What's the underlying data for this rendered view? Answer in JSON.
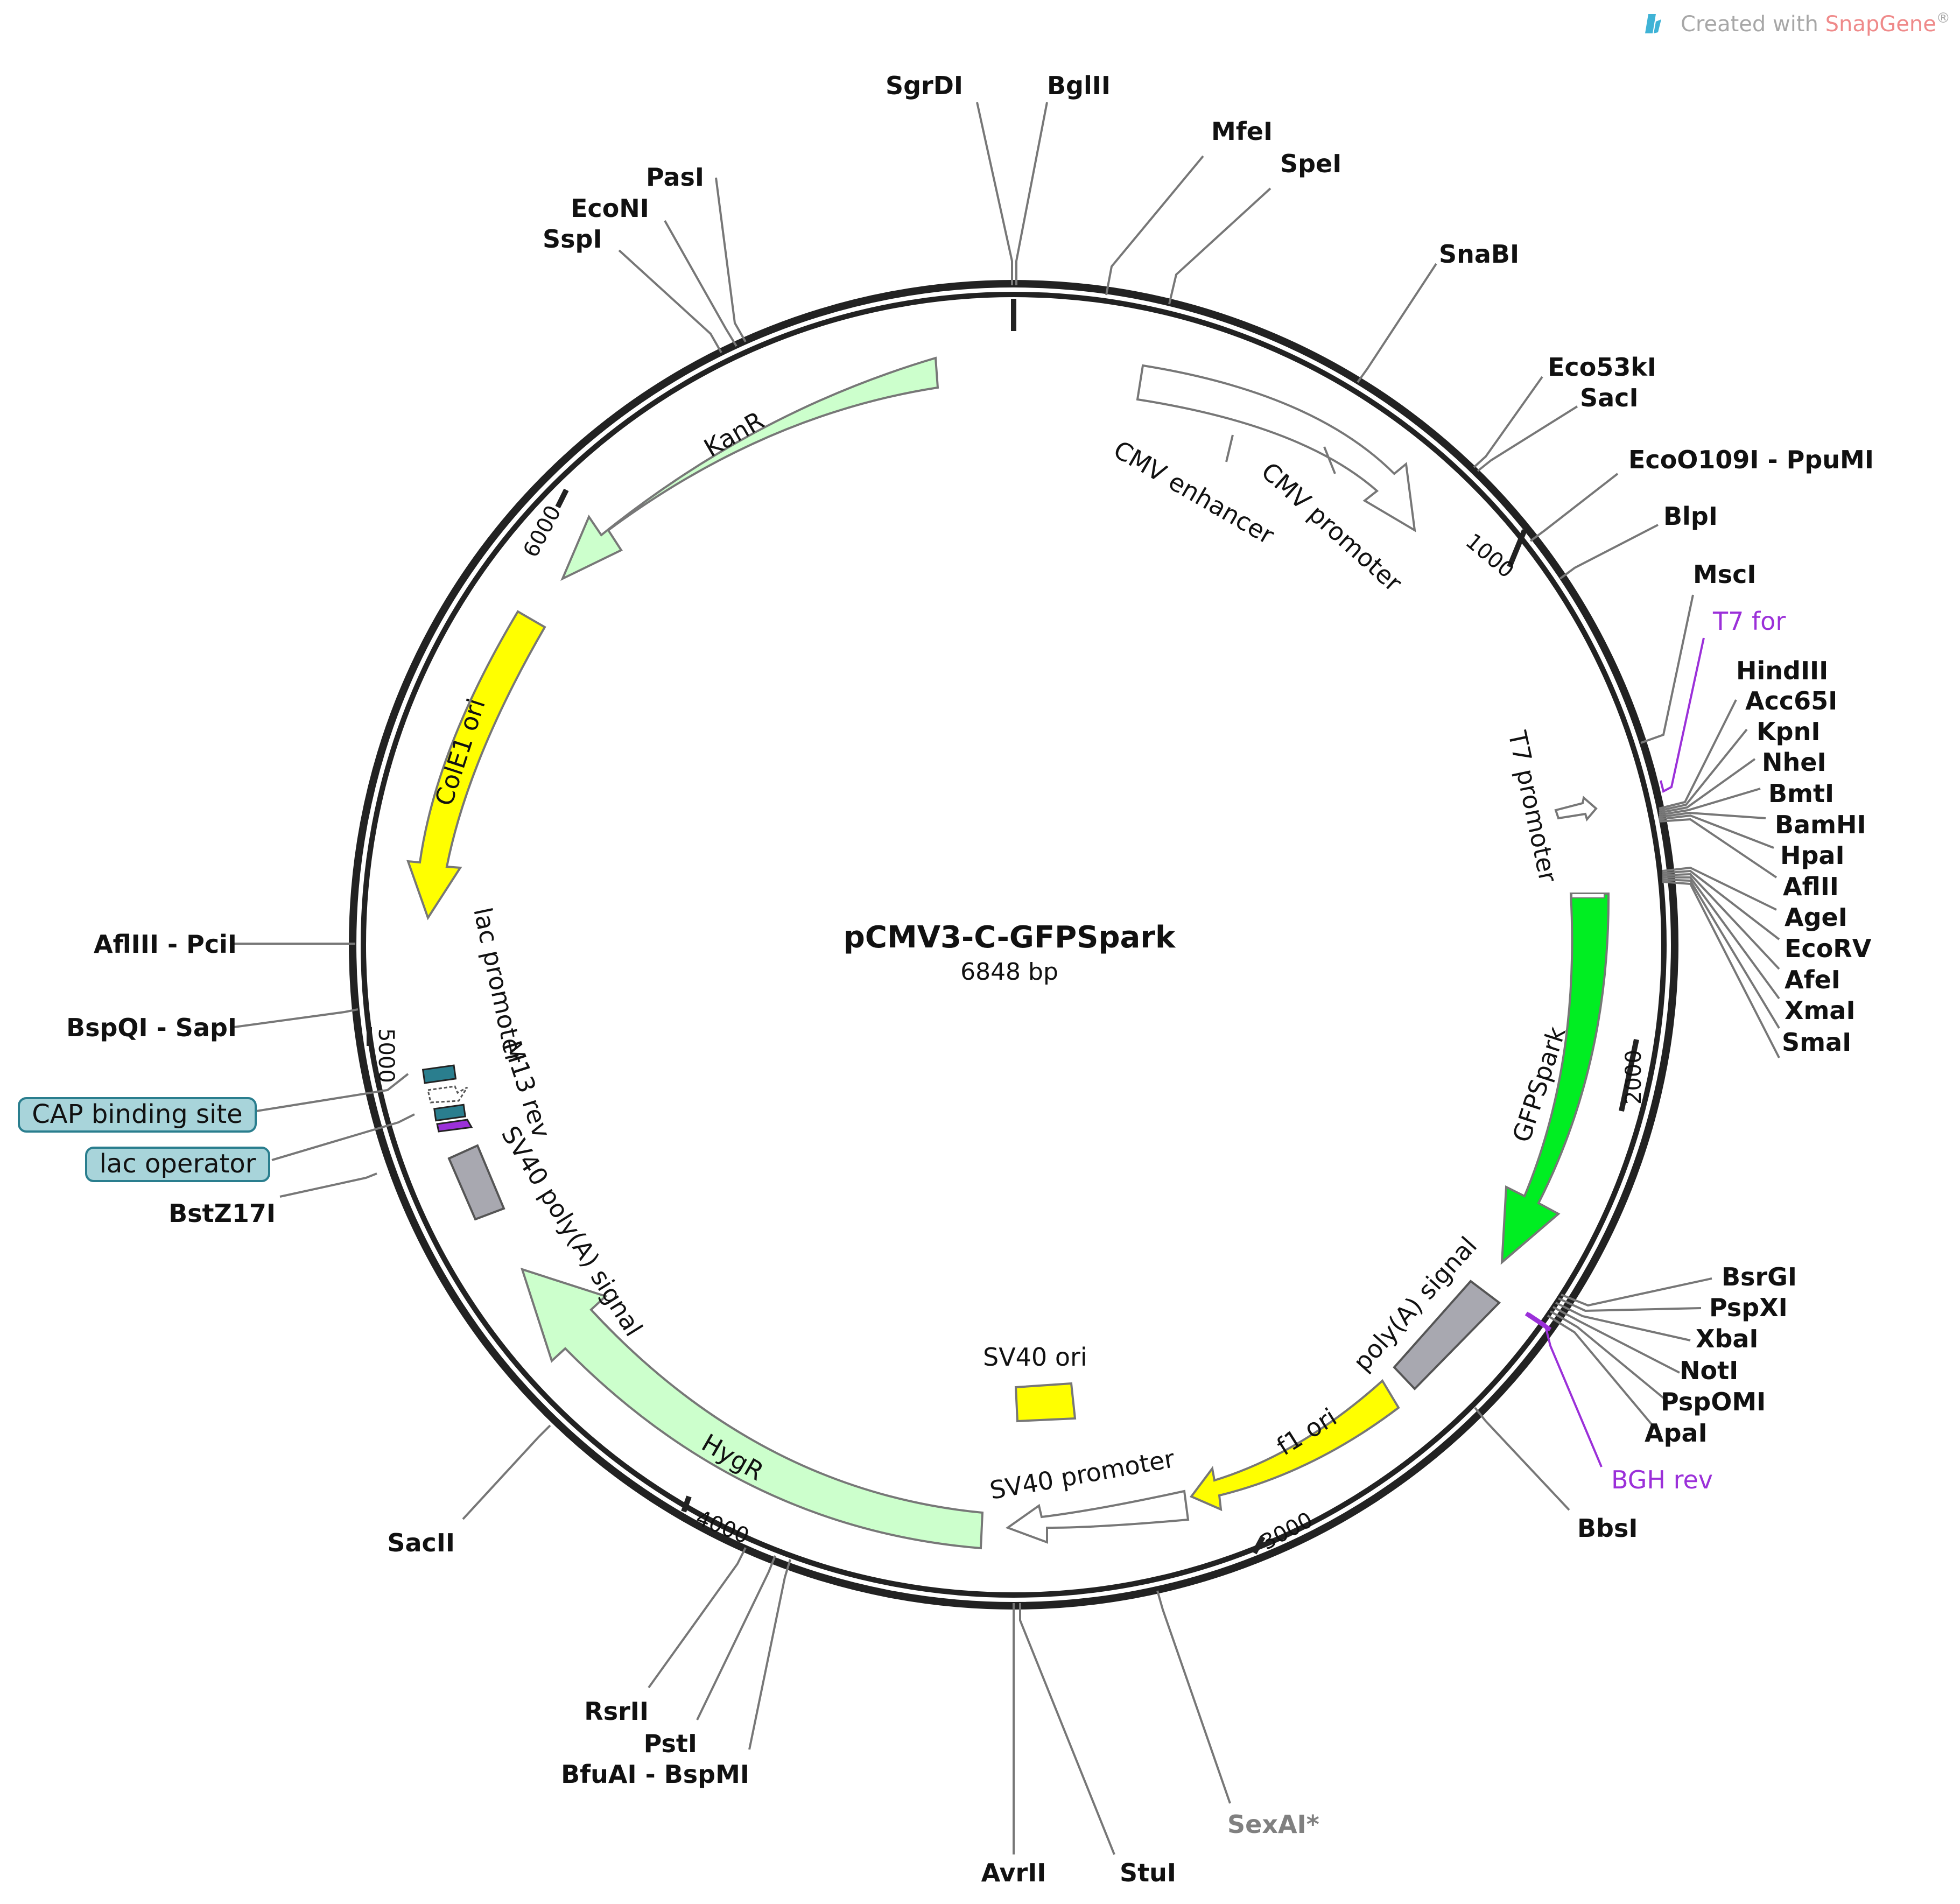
{
  "credit": {
    "prefix": "Created with ",
    "brand": "SnapGene",
    "suffix": "®"
  },
  "plasmid": {
    "name": "pCMV3-C-GFPSpark",
    "size": "6848 bp"
  },
  "ticks": [
    {
      "label": "1000"
    },
    {
      "label": "2000"
    },
    {
      "label": "3000"
    },
    {
      "label": "4000"
    },
    {
      "label": "5000"
    },
    {
      "label": "6000"
    }
  ],
  "sites_top": [
    "SgrDI",
    "BglII",
    "MfeI",
    "SpeI",
    "SnaBI",
    "PasI",
    "EcoNI",
    "SspI"
  ],
  "sites_right": [
    "Eco53kI",
    "SacI",
    "EcoO109I - PpuMI",
    "BlpI",
    "MscI",
    "HindIII",
    "Acc65I",
    "KpnI",
    "NheI",
    "BmtI",
    "BamHI",
    "HpaI",
    "AflII",
    "AgeI",
    "EcoRV",
    "AfeI",
    "XmaI",
    "SmaI",
    "BsrGI",
    "PspXI",
    "XbaI",
    "NotI",
    "PspOMI",
    "ApaI",
    "BbsI"
  ],
  "sites_left": [
    "AflIII - PciI",
    "BspQI - SapI",
    "BstZ17I",
    "SacII"
  ],
  "sites_bottom": [
    "RsrII",
    "PstI",
    "BfuAI - BspMI",
    "AvrII",
    "StuI",
    "SexAI*"
  ],
  "primers": [
    "T7 for",
    "BGH rev"
  ],
  "badges": [
    "CAP binding site",
    "lac operator"
  ],
  "features": {
    "kanr": "KanR",
    "cmv_enhancer": "CMV enhancer",
    "cmv_promoter": "CMV promoter",
    "t7_promoter": "T7 promoter",
    "gfpspark": "GFPSpark",
    "polya": "poly(A) signal",
    "f1_ori": "f1 ori",
    "sv40_promoter": "SV40 promoter",
    "sv40_ori": "SV40 ori",
    "hygr": "HygR",
    "sv40_polya": "SV40 poly(A) signal",
    "colei_ori": "ColE1 ori",
    "lac_promoter": "lac promoter",
    "m13_rev": "M13 rev"
  },
  "colors": {
    "resistance": "#ccffcc",
    "ori": "#ffff00",
    "gfp": "#00ee22",
    "polya": "#a8a8b0",
    "promoter": "#ffffff",
    "primer": "#9b30d9",
    "badge": "#a8d4da",
    "cap_site": "#2a7e8e"
  }
}
